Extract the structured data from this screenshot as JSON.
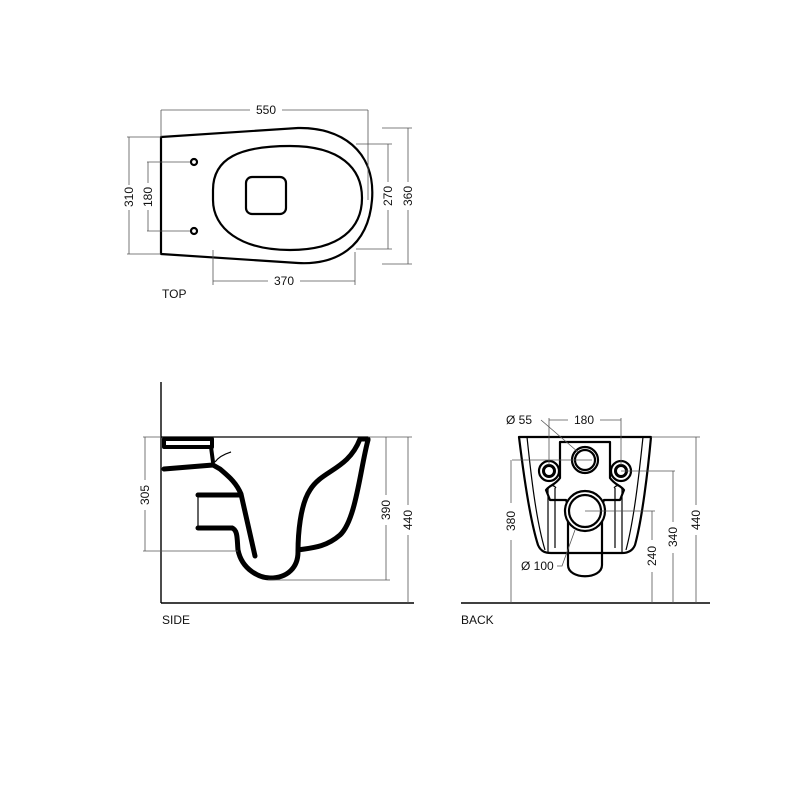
{
  "views": {
    "top": {
      "label": "TOP",
      "dims": {
        "overall_length": "550",
        "overall_width_back": "310",
        "fixing_spacing": "180",
        "bowl_length": "370",
        "bowl_width": "270",
        "overall_width": "360"
      }
    },
    "side": {
      "label": "SIDE",
      "dims": {
        "outlet_height": "305",
        "rim_to_bottom": "390",
        "total_height": "440"
      }
    },
    "back": {
      "label": "BACK",
      "dims": {
        "inlet_diameter": "Ø 55",
        "fixing_spacing": "180",
        "fixing_height": "380",
        "outlet_diameter": "Ø 100",
        "outlet_height": "240",
        "fixing_height_2": "340",
        "total_height": "440"
      }
    }
  }
}
